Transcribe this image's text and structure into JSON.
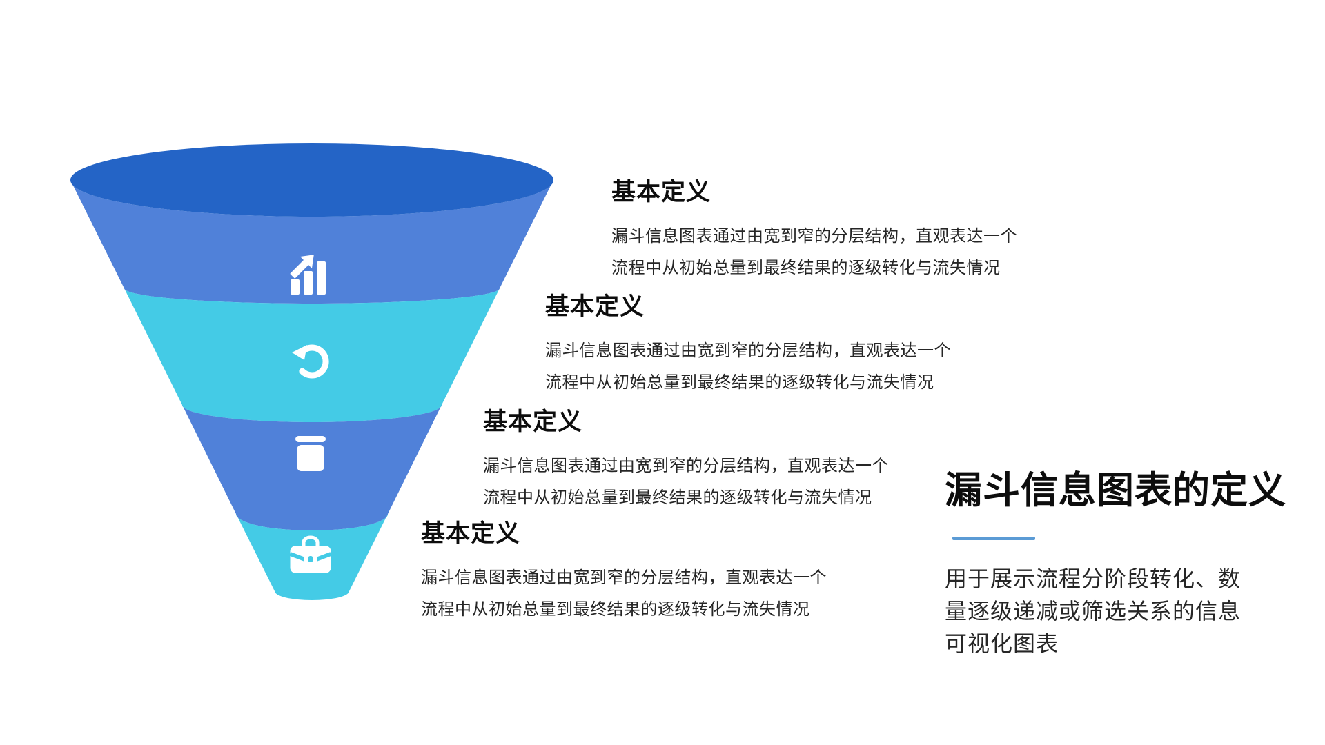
{
  "palette": {
    "funnel_top": "#2464c6",
    "funnel_blue": "#5081d9",
    "funnel_cyan": "#44cbe6",
    "icon_color": "#ffffff",
    "accent_underline": "#5b9bd5",
    "title_color": "#0d0d0d",
    "body_color": "#262626"
  },
  "funnel": {
    "layers": [
      {
        "icon": "growth-chart-icon",
        "title": "基本定义",
        "body": [
          "漏斗信息图表通过由宽到窄的分层结构，直观表达一个",
          "流程中从初始总量到最终结果的逐级转化与流失情况"
        ]
      },
      {
        "icon": "rotate-ccw-icon",
        "title": "基本定义",
        "body": [
          "漏斗信息图表通过由宽到窄的分层结构，直观表达一个",
          "流程中从初始总量到最终结果的逐级转化与流失情况"
        ]
      },
      {
        "icon": "trash-icon",
        "title": "基本定义",
        "body": [
          "漏斗信息图表通过由宽到窄的分层结构，直观表达一个",
          "流程中从初始总量到最终结果的逐级转化与流失情况"
        ]
      },
      {
        "icon": "briefcase-icon",
        "title": "基本定义",
        "body": [
          "漏斗信息图表通过由宽到窄的分层结构，直观表达一个",
          "流程中从初始总量到最终结果的逐级转化与流失情况"
        ]
      }
    ]
  },
  "aside": {
    "title": "漏斗信息图表的定义",
    "body": [
      "用于展示流程分阶段转化、数",
      "量逐级递减或筛选关系的信息",
      "可视化图表"
    ]
  }
}
